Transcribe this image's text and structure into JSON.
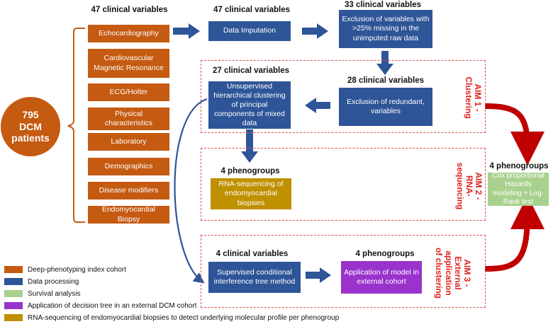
{
  "patients": {
    "line1": "795",
    "line2": "DCM",
    "line3": "patients"
  },
  "headers": {
    "col1": "47 clinical variables",
    "col2": "47 clinical variables",
    "col3": "33 clinical variables",
    "mid1": "27 clinical variables",
    "mid2": "28 clinical variables",
    "aim2": "4 phenogroups",
    "aim3a": "4 clinical variables",
    "aim3b": "4 phenogroups",
    "right": "4 phenogroups"
  },
  "variables": [
    "Echocardiography",
    "Cardiovascular Magnetic Resonance",
    "ECG/Holter",
    "Physical characteristics",
    "Laboratory",
    "Demographics",
    "Disease modifiers",
    "Endomyocardial Biopsy"
  ],
  "steps": {
    "imputation": "Data Imputation",
    "exclusion_missing": "Exclusion of variables with >25% missing in the unimputed raw data",
    "exclusion_redundant": "Exclusion of redundant, variables",
    "clustering": "Unsupervised hierarchical clustering of principal components of mixed data",
    "rnaseq": "RNA-sequencing of endomyocardial biopsies",
    "ctree": "Supervised conditional interference tree method",
    "external": "Application of model in external cohort",
    "survival": "Cox proportional Hazards modeling + Log-Rank test"
  },
  "aims": {
    "aim1": "AIM 1 -\nClustering",
    "aim2": "AIM 2 -\nRNA-\nsequencing",
    "aim3": "AIM 3 -\nExternal\napplication\nof clustering"
  },
  "legend": [
    {
      "label": "Deep-phenotyping index cohort",
      "color": "#c55a11"
    },
    {
      "label": "Data processing",
      "color": "#2e5597"
    },
    {
      "label": "Survival analysis",
      "color": "#a9d18e"
    },
    {
      "label": "Application of decision tree in an external DCM cohort",
      "color": "#9933cc"
    },
    {
      "label": "RNA-sequencing of endomyocardial biopsies to detect underlying molecular profile per phenogroup",
      "color": "#bf9000"
    }
  ],
  "colors": {
    "arrow_blue": "#2e5597",
    "arrow_red": "#c00000",
    "aim_red": "#e02020"
  }
}
